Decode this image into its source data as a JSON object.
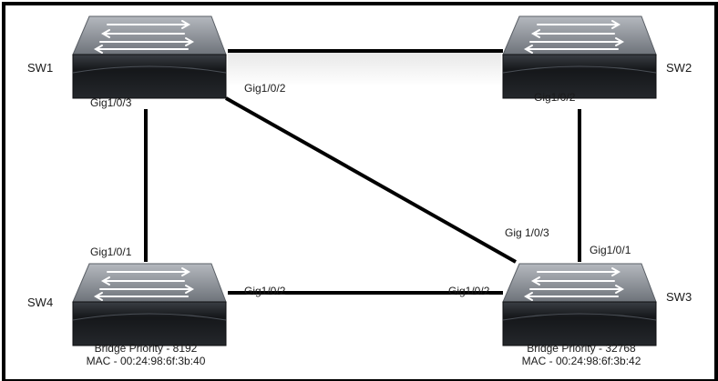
{
  "switches": [
    {
      "id": "sw1",
      "name": "SW1"
    },
    {
      "id": "sw2",
      "name": "SW2"
    },
    {
      "id": "sw3",
      "name": "SW3",
      "bridge_priority": "Bridge Priority - 32768",
      "mac": "MAC  - 00:24:98:6f:3b:42"
    },
    {
      "id": "sw4",
      "name": "SW4",
      "bridge_priority": "Bridge Priority - 8192",
      "mac": "MAC  - 00:24:98:6f:3b:40"
    }
  ],
  "ports": {
    "sw1_gig103": "Gig1/0/3",
    "sw1_gig102": "Gig1/0/2",
    "sw2_gig102": "Gig1/0/2",
    "sw3_gig103": "Gig 1/0/3",
    "sw3_gig101": "Gig1/0/1",
    "sw3_gig102": "Gig1/0/2",
    "sw4_gig101": "Gig1/0/1",
    "sw4_gig102": "Gig1/0/2"
  },
  "links": [
    {
      "from": "SW1",
      "to": "SW2"
    },
    {
      "from": "SW1",
      "to": "SW4"
    },
    {
      "from": "SW1",
      "to": "SW3"
    },
    {
      "from": "SW2",
      "to": "SW3"
    },
    {
      "from": "SW4",
      "to": "SW3"
    }
  ],
  "colors": {
    "link": "#000000",
    "switch_top": "#8a8f96",
    "switch_front": "#1a1d21",
    "arrow": "#ffffff"
  }
}
